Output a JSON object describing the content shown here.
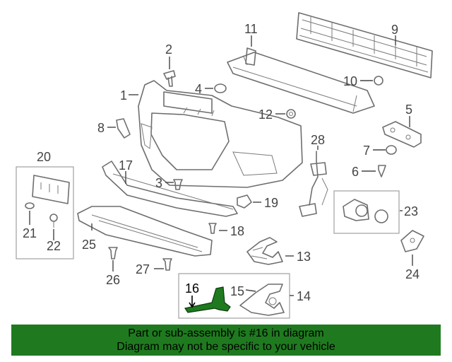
{
  "colors": {
    "highlight": "#1f7a1f",
    "banner": "#1f7a1f",
    "line": "#6e6e6e"
  },
  "callouts": {
    "c1": "1",
    "c2": "2",
    "c3": "3",
    "c4": "4",
    "c5": "5",
    "c6": "6",
    "c7": "7",
    "c8": "8",
    "c9": "9",
    "c10": "10",
    "c11": "11",
    "c12": "12",
    "c13": "13",
    "c14": "14",
    "c15": "15",
    "c16": "16",
    "c17": "17",
    "c18": "18",
    "c19": "19",
    "c20": "20",
    "c21": "21",
    "c22": "22",
    "c23": "23",
    "c24": "24",
    "c25": "25",
    "c26": "26",
    "c27": "27",
    "c28": "28"
  },
  "banner": {
    "line1": "Part or sub-assembly is #16 in diagram",
    "line2": "Diagram may not be specific to your vehicle"
  },
  "highlighted_part": "16"
}
